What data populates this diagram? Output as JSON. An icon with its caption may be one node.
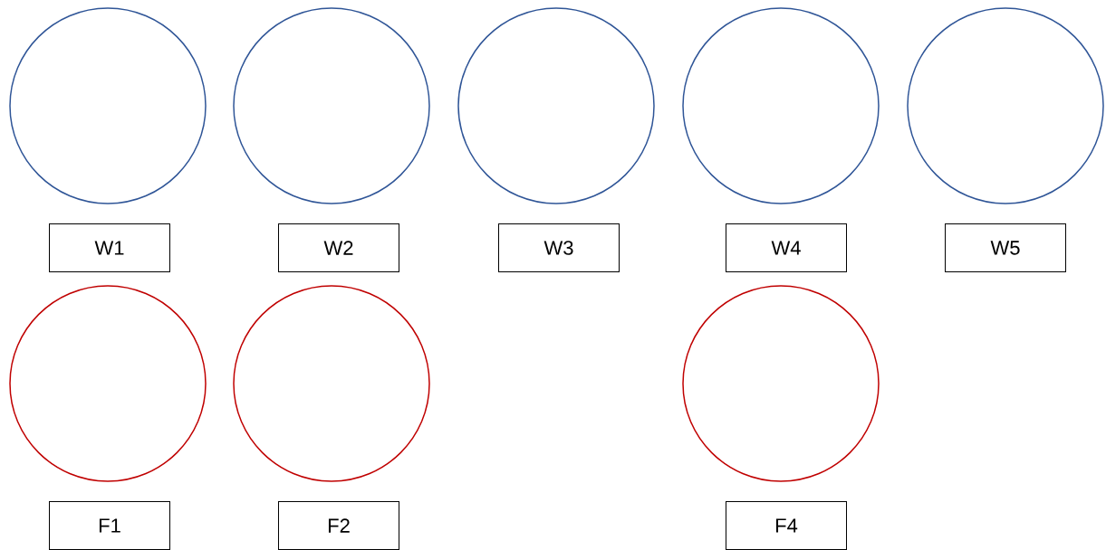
{
  "diagram": {
    "nodes": [
      {
        "text": [],
        "shape": "circle"
      },
      {
        "text": [],
        "shape": "circle"
      },
      {
        "text": [],
        "shape": "circle"
      },
      {
        "text": [],
        "shape": "circle"
      },
      {
        "text": [],
        "shape": "circle"
      },
      {
        "text": [
          "W1"
        ]
      },
      {
        "text": [
          "W2"
        ]
      },
      {
        "text": [
          "W3"
        ]
      },
      {
        "text": [
          "W4"
        ]
      },
      {
        "text": [
          "W5"
        ]
      },
      {
        "text": [],
        "shape": "circle"
      },
      {
        "text": [],
        "shape": "circle"
      },
      {
        "text": [],
        "shape": "circle"
      },
      {
        "text": [
          "F1"
        ]
      },
      {
        "text": [
          "F2"
        ]
      },
      {
        "text": [
          "F4"
        ]
      }
    ]
  }
}
